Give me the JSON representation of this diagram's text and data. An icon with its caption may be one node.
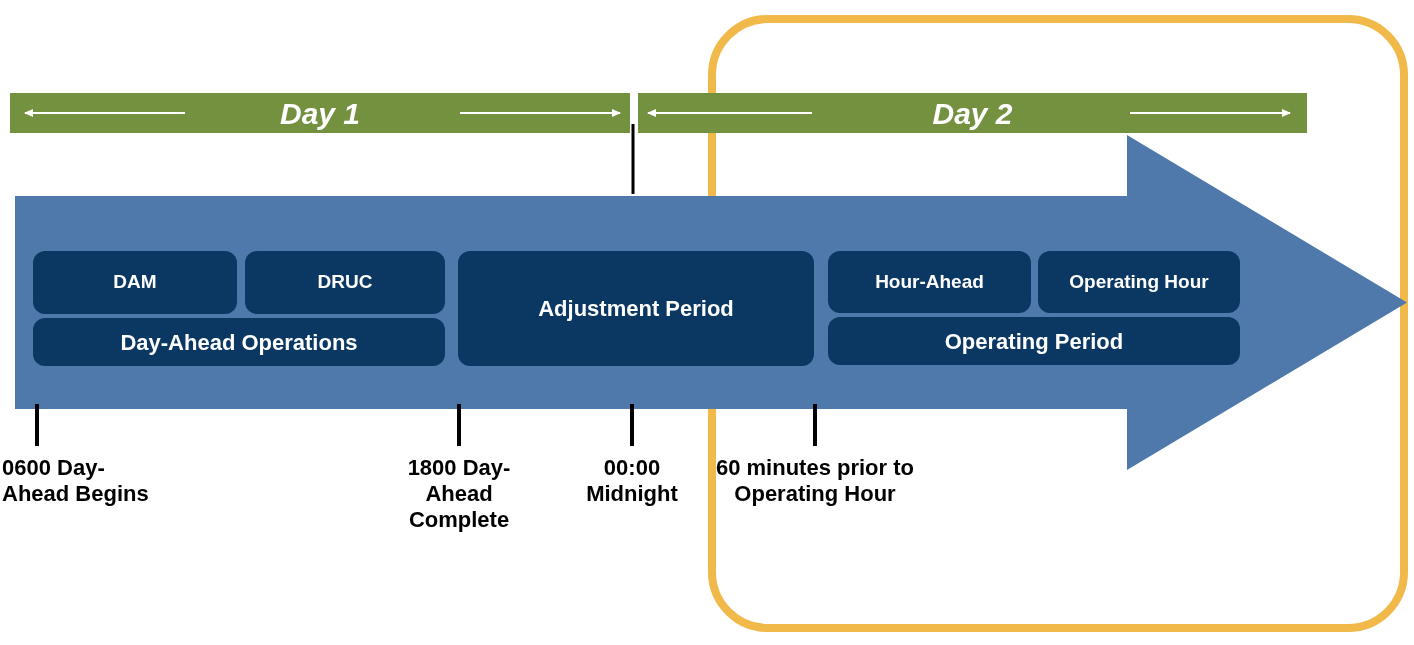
{
  "diagram": {
    "nodes": [
      {
        "text": [
          "Day 1"
        ]
      },
      {
        "text": [
          "Day 2"
        ]
      },
      {
        "text": [],
        "shape": "arrow"
      },
      {
        "text": [
          "DAM"
        ],
        "in": 2
      },
      {
        "text": [
          "DRUC"
        ],
        "in": 2
      },
      {
        "text": [
          "Day-Ahead Operations"
        ],
        "in": 2
      },
      {
        "text": [
          "Adjustment Period"
        ],
        "in": 2
      },
      {
        "text": [
          "Hour-Ahead"
        ],
        "in": 2
      },
      {
        "text": [
          "Operating Hour"
        ],
        "in": 2
      },
      {
        "text": [
          "Operating Period"
        ],
        "in": 2
      }
    ],
    "edges": [],
    "labels": [
      "0600 Day-Ahead Begins",
      "1800 Day-Ahead Complete",
      "00:00 Midnight",
      "60 minutes prior to Operating Hour"
    ]
  }
}
